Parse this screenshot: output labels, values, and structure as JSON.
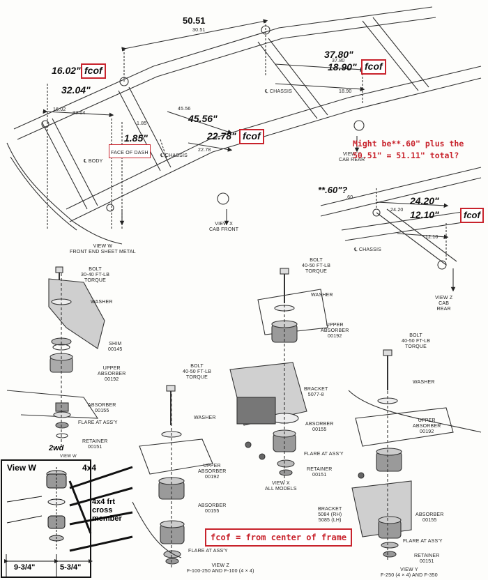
{
  "dimensions": {
    "top_span": "50.51",
    "top_span_small": "30.51",
    "cab_rear_full": "37.80\"",
    "cab_rear_full_small": "37.80",
    "cab_rear_half": "18.90\"",
    "cab_rear_half_small": "18.90",
    "front_half": "16.02\"",
    "front_full": "32.04\"",
    "front_half_small": "16.02",
    "front_full_small": "32.04",
    "dash_offset": "1.85\"",
    "dash_offset_small": "1.85",
    "cab_front_full": "45.56\"",
    "cab_front_full_small": "45.56",
    "cab_front_half": "22.78\"",
    "cab_front_half_small": "22.78",
    "viewz_offset": "**.60\"?",
    "viewz_offset_small": ".60",
    "viewz_full": "24.20\"",
    "viewz_full_small": "24.20",
    "viewz_half": "12.10\"",
    "viewz_half_small": "12.10",
    "fcof": "fcof"
  },
  "notes": {
    "might_be": "Might be**.60\" plus the\n50.51\" = 51.11\" total?",
    "legend": "fcof = from center of frame",
    "face_of_dash": "FACE OF DASH"
  },
  "labels": {
    "chassis_top": "℄ CHASSIS",
    "chassis_mid": "℄ CHASSIS",
    "chassis_z": "℄ CHASSIS",
    "body": "℄ BODY",
    "view_y_top": "VIEW Y\nCAB REAR",
    "view_x_top": "VIEW X\nCAB FRONT",
    "view_w_top": "VIEW W\nFRONT END SHEET METAL",
    "view_z_top": "VIEW Z\nCAB\nREAR",
    "w_bolt": "BOLT\n30-40 FT-LB\nTORQUE",
    "w_washer": "WASHER",
    "w_shim": "SHIM\n00145",
    "w_upper": "UPPER\nABSORBER\n00192",
    "w_absorber": "ABSORBER\n00155",
    "w_flare": "FLARE AT ASS'Y",
    "w_retainer": "RETAINER\n00151",
    "w_2wd": "2wd",
    "w_view": "VIEW W",
    "x_bolt": "BOLT\n40-50 FT-LB\nTORQUE",
    "x_washer": "WASHER",
    "x_upper": "UPPER\nABSORBER\n00192",
    "x_bracket": "BRACKET\n5077-8",
    "x_absorber": "ABSORBER\n00155",
    "x_flare": "FLARE AT ASS'Y",
    "x_retainer": "RETAINER\n00151",
    "x_view": "VIEW X\nALL MODELS",
    "z_bolt": "BOLT\n40-50 FT-LB\nTORQUE",
    "z_washer": "WASHER",
    "z_upper": "UPPER\nABSORBER\n00192",
    "z_absorber": "ABSORBER\n00155",
    "z_flare": "FLARE AT ASS'Y",
    "z_view": "VIEW Z\nF-100-250 AND F-100 (4 × 4)",
    "y_bolt": "BOLT\n40-50 FT-LB\nTORQUE",
    "y_washer": "WASHER",
    "y_upper": "UPPER\nABSORBER\n00192",
    "y_bracket": "BRACKET\n5084 (RH)\n5085 (LH)",
    "y_absorber": "ABSORBER\n00155",
    "y_flare": "FLARE AT ASS'Y",
    "y_retainer": "RETAINER\n00151",
    "y_view": "VIEW Y\nF-250 (4 × 4) AND F-350"
  },
  "inset": {
    "title": "View W",
    "label_4x4": "4x4",
    "cross_member": "4x4 frt\ncross\nmember",
    "dim_left": "9-3/4\"",
    "dim_right": "5-3/4\""
  }
}
